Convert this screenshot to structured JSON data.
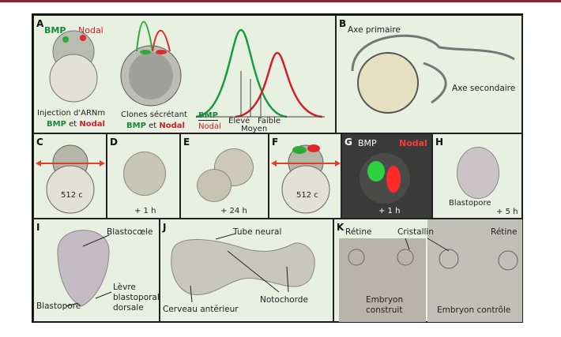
{
  "panel_a": {
    "letter": "A",
    "bmp_label": "BMP",
    "nodal_label": "Nodal",
    "caption1_line1": "Injection d'ARNm",
    "caption1_bmp": "BMP",
    "caption1_et": "et",
    "caption1_nodal": "Nodal",
    "caption2_line1": "Clones sécrétant",
    "caption2_bmp": "BMP",
    "caption2_et": "et",
    "caption2_nodal": "Nodal",
    "legend_bmp": "BMP",
    "legend_nodal": "Nodal",
    "level_high": "Élevé",
    "level_low": "Faible",
    "level_mid": "Moyen"
  },
  "panel_b": {
    "letter": "B",
    "axis_primary": "Axe primaire",
    "axis_secondary": "Axe secondaire"
  },
  "panel_c": {
    "letter": "C",
    "cells": "512 c"
  },
  "panel_d": {
    "letter": "D",
    "time": "+ 1 h"
  },
  "panel_e": {
    "letter": "E",
    "time": "+ 24 h"
  },
  "panel_f": {
    "letter": "F",
    "cells": "512 c"
  },
  "panel_g": {
    "letter": "G",
    "bmp": "BMP",
    "nodal": "Nodal",
    "time": "+ 1 h"
  },
  "panel_h": {
    "letter": "H",
    "blastopore": "Blastopore",
    "time": "+ 5 h"
  },
  "panel_i": {
    "letter": "I",
    "blastocoel": "Blastocœle",
    "lip_line1": "Lèvre",
    "lip_line2": "blastoporale",
    "lip_line3": "dorsale",
    "blastopore": "Blastopore"
  },
  "panel_j": {
    "letter": "J",
    "neural_tube": "Tube neural",
    "forebrain": "Cerveau antérieur",
    "notochord": "Notochorde"
  },
  "panel_k": {
    "letter": "K",
    "retina_left": "Rétine",
    "lens": "Cristallin",
    "retina_right": "Rétine",
    "built_line1": "Embryon",
    "built_line2": "construit",
    "control": "Embryon contrôle"
  },
  "colors": {
    "bmp": "#1a8a3a",
    "nodal": "#d0202a",
    "background": "#e8f0e1",
    "accent_bar": "#8b2635"
  }
}
